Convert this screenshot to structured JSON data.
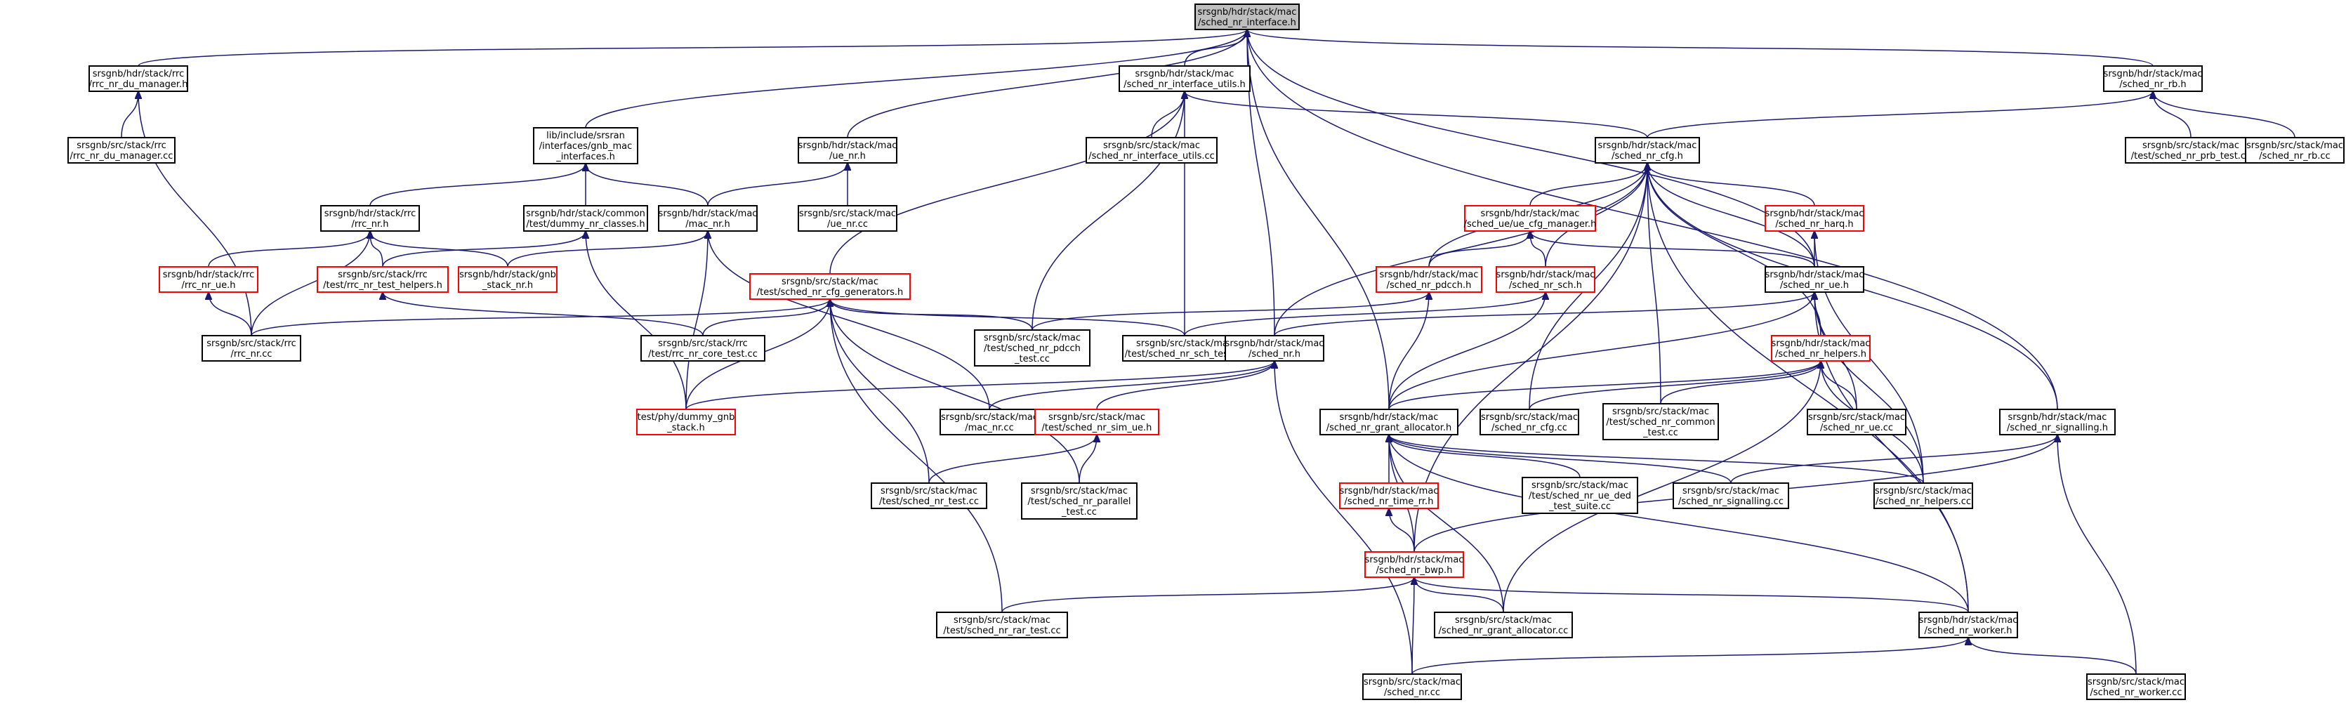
{
  "colors": {
    "edge": "#191970",
    "border_normal": "#000000",
    "border_truncated": "#ff0000",
    "fill_root": "#bfbfbf",
    "fill_normal": "#ffffff"
  },
  "nodes": [
    {
      "id": "root",
      "lines": [
        "srsgnb/hdr/stack/mac",
        "/sched_nr_interface.h"
      ],
      "style": "root"
    },
    {
      "id": "rrc_du_mgr_h",
      "lines": [
        "srsgnb/hdr/stack/rrc",
        "/rrc_nr_du_manager.h"
      ],
      "style": "normal"
    },
    {
      "id": "rrc_du_mgr_cc",
      "lines": [
        "srsgnb/src/stack/rrc",
        "/rrc_nr_du_manager.cc"
      ],
      "style": "normal"
    },
    {
      "id": "gnb_mac_if_h",
      "lines": [
        "lib/include/srsran",
        "/interfaces/gnb_mac",
        "_interfaces.h"
      ],
      "style": "normal"
    },
    {
      "id": "sched_if_utils_h",
      "lines": [
        "srsgnb/hdr/stack/mac",
        "/sched_nr_interface_utils.h"
      ],
      "style": "normal"
    },
    {
      "id": "sched_if_utils_cc",
      "lines": [
        "srsgnb/src/stack/mac",
        "/sched_nr_interface_utils.cc"
      ],
      "style": "normal"
    },
    {
      "id": "ue_nr_h",
      "lines": [
        "srsgnb/hdr/stack/mac",
        "/ue_nr.h"
      ],
      "style": "normal"
    },
    {
      "id": "ue_nr_cc",
      "lines": [
        "srsgnb/src/stack/mac",
        "/ue_nr.cc"
      ],
      "style": "normal"
    },
    {
      "id": "sched_cfg_h",
      "lines": [
        "srsgnb/hdr/stack/mac",
        "/sched_nr_cfg.h"
      ],
      "style": "normal"
    },
    {
      "id": "sched_rb_h",
      "lines": [
        "srsgnb/hdr/stack/mac",
        "/sched_nr_rb.h"
      ],
      "style": "normal"
    },
    {
      "id": "sched_prb_test_cc",
      "lines": [
        "srsgnb/src/stack/mac",
        "/test/sched_nr_prb_test.cc"
      ],
      "style": "normal"
    },
    {
      "id": "sched_rb_cc",
      "lines": [
        "srsgnb/src/stack/mac",
        "/sched_nr_rb.cc"
      ],
      "style": "normal"
    },
    {
      "id": "rrc_nr_h",
      "lines": [
        "srsgnb/hdr/stack/rrc",
        "/rrc_nr.h"
      ],
      "style": "normal"
    },
    {
      "id": "dummy_classes_h",
      "lines": [
        "srsgnb/hdr/stack/common",
        "/test/dummy_nr_classes.h"
      ],
      "style": "normal"
    },
    {
      "id": "mac_nr_h",
      "lines": [
        "srsgnb/hdr/stack/mac",
        "/mac_nr.h"
      ],
      "style": "normal"
    },
    {
      "id": "rrc_ue_h",
      "lines": [
        "srsgnb/hdr/stack/rrc",
        "/rrc_nr_ue.h"
      ],
      "style": "truncated"
    },
    {
      "id": "rrc_test_helpers_h",
      "lines": [
        "srsgnb/src/stack/rrc",
        "/test/rrc_nr_test_helpers.h"
      ],
      "style": "truncated"
    },
    {
      "id": "gnb_stack_nr_h",
      "lines": [
        "srsgnb/hdr/stack/gnb",
        "_stack_nr.h"
      ],
      "style": "truncated"
    },
    {
      "id": "cfg_generators_h",
      "lines": [
        "srsgnb/src/stack/mac",
        "/test/sched_nr_cfg_generators.h"
      ],
      "style": "truncated"
    },
    {
      "id": "ue_cfg_mgr_h",
      "lines": [
        "srsgnb/hdr/stack/mac",
        "/sched_ue/ue_cfg_manager.h"
      ],
      "style": "truncated"
    },
    {
      "id": "harq_h",
      "lines": [
        "srsgnb/hdr/stack/mac",
        "/sched_nr_harq.h"
      ],
      "style": "truncated"
    },
    {
      "id": "pdcch_h",
      "lines": [
        "srsgnb/hdr/stack/mac",
        "/sched_nr_pdcch.h"
      ],
      "style": "truncated"
    },
    {
      "id": "sch_h",
      "lines": [
        "srsgnb/hdr/stack/mac",
        "/sched_nr_sch.h"
      ],
      "style": "truncated"
    },
    {
      "id": "sched_ue_h",
      "lines": [
        "srsgnb/hdr/stack/mac",
        "/sched_nr_ue.h"
      ],
      "style": "normal"
    },
    {
      "id": "rrc_nr_cc",
      "lines": [
        "srsgnb/src/stack/rrc",
        "/rrc_nr.cc"
      ],
      "style": "normal"
    },
    {
      "id": "rrc_core_test_cc",
      "lines": [
        "srsgnb/src/stack/rrc",
        "/test/rrc_nr_core_test.cc"
      ],
      "style": "normal"
    },
    {
      "id": "pdcch_test_cc",
      "lines": [
        "srsgnb/src/stack/mac",
        "/test/sched_nr_pdcch",
        "_test.cc"
      ],
      "style": "normal"
    },
    {
      "id": "sch_test_cc",
      "lines": [
        "srsgnb/src/stack/mac",
        "/test/sched_nr_sch_test.cc"
      ],
      "style": "normal"
    },
    {
      "id": "sched_nr_h",
      "lines": [
        "srsgnb/hdr/stack/mac",
        "/sched_nr.h"
      ],
      "style": "normal"
    },
    {
      "id": "helpers_h",
      "lines": [
        "srsgnb/hdr/stack/mac",
        "/sched_nr_helpers.h"
      ],
      "style": "truncated"
    },
    {
      "id": "dummy_gnb_stack_h",
      "lines": [
        "test/phy/dummy_gnb",
        "_stack.h"
      ],
      "style": "truncated"
    },
    {
      "id": "mac_nr_cc",
      "lines": [
        "srsgnb/src/stack/mac",
        "/mac_nr.cc"
      ],
      "style": "normal"
    },
    {
      "id": "sim_ue_h",
      "lines": [
        "srsgnb/src/stack/mac",
        "/test/sched_nr_sim_ue.h"
      ],
      "style": "truncated"
    },
    {
      "id": "grant_alloc_h",
      "lines": [
        "srsgnb/hdr/stack/mac",
        "/sched_nr_grant_allocator.h"
      ],
      "style": "normal"
    },
    {
      "id": "sched_cfg_cc",
      "lines": [
        "srsgnb/src/stack/mac",
        "/sched_nr_cfg.cc"
      ],
      "style": "normal"
    },
    {
      "id": "common_test_cc",
      "lines": [
        "srsgnb/src/stack/mac",
        "/test/sched_nr_common",
        "_test.cc"
      ],
      "style": "normal"
    },
    {
      "id": "sched_ue_cc",
      "lines": [
        "srsgnb/src/stack/mac",
        "/sched_nr_ue.cc"
      ],
      "style": "normal"
    },
    {
      "id": "signalling_h",
      "lines": [
        "srsgnb/hdr/stack/mac",
        "/sched_nr_signalling.h"
      ],
      "style": "normal"
    },
    {
      "id": "sched_test_cc",
      "lines": [
        "srsgnb/src/stack/mac",
        "/test/sched_nr_test.cc"
      ],
      "style": "normal"
    },
    {
      "id": "parallel_test_cc",
      "lines": [
        "srsgnb/src/stack/mac",
        "/test/sched_nr_parallel",
        "_test.cc"
      ],
      "style": "normal"
    },
    {
      "id": "time_rr_h",
      "lines": [
        "srsgnb/hdr/stack/mac",
        "/sched_nr_time_rr.h"
      ],
      "style": "truncated"
    },
    {
      "id": "ue_ded_test_cc",
      "lines": [
        "srsgnb/src/stack/mac",
        "/test/sched_nr_ue_ded",
        "_test_suite.cc"
      ],
      "style": "normal"
    },
    {
      "id": "signalling_cc",
      "lines": [
        "srsgnb/src/stack/mac",
        "/sched_nr_signalling.cc"
      ],
      "style": "normal"
    },
    {
      "id": "helpers_cc",
      "lines": [
        "srsgnb/src/stack/mac",
        "/sched_nr_helpers.cc"
      ],
      "style": "normal"
    },
    {
      "id": "bwp_h",
      "lines": [
        "srsgnb/hdr/stack/mac",
        "/sched_nr_bwp.h"
      ],
      "style": "truncated"
    },
    {
      "id": "rar_test_cc",
      "lines": [
        "srsgnb/src/stack/mac",
        "/test/sched_nr_rar_test.cc"
      ],
      "style": "normal"
    },
    {
      "id": "grant_alloc_cc",
      "lines": [
        "srsgnb/src/stack/mac",
        "/sched_nr_grant_allocator.cc"
      ],
      "style": "normal"
    },
    {
      "id": "worker_h",
      "lines": [
        "srsgnb/hdr/stack/mac",
        "/sched_nr_worker.h"
      ],
      "style": "normal"
    },
    {
      "id": "sched_nr_cc",
      "lines": [
        "srsgnb/src/stack/mac",
        "/sched_nr.cc"
      ],
      "style": "normal"
    },
    {
      "id": "worker_cc",
      "lines": [
        "srsgnb/src/stack/mac",
        "/sched_nr_worker.cc"
      ],
      "style": "normal"
    }
  ],
  "edges": [
    [
      "rrc_du_mgr_h",
      "root"
    ],
    [
      "gnb_mac_if_h",
      "root"
    ],
    [
      "sched_if_utils_h",
      "root"
    ],
    [
      "ue_nr_h",
      "root"
    ],
    [
      "sched_rb_h",
      "root"
    ],
    [
      "sched_nr_h",
      "root"
    ],
    [
      "grant_alloc_h",
      "root"
    ],
    [
      "sched_ue_h",
      "root"
    ],
    [
      "signalling_h",
      "root"
    ],
    [
      "rrc_du_mgr_cc",
      "rrc_du_mgr_h"
    ],
    [
      "rrc_nr_cc",
      "rrc_du_mgr_h"
    ],
    [
      "rrc_nr_h",
      "gnb_mac_if_h"
    ],
    [
      "dummy_classes_h",
      "gnb_mac_if_h"
    ],
    [
      "mac_nr_h",
      "gnb_mac_if_h"
    ],
    [
      "sched_if_utils_cc",
      "sched_if_utils_h"
    ],
    [
      "sched_cfg_h",
      "sched_if_utils_h"
    ],
    [
      "cfg_generators_h",
      "sched_if_utils_h"
    ],
    [
      "pdcch_test_cc",
      "sched_if_utils_h"
    ],
    [
      "sch_test_cc",
      "sched_if_utils_h"
    ],
    [
      "ue_nr_cc",
      "ue_nr_h"
    ],
    [
      "mac_nr_h",
      "ue_nr_h"
    ],
    [
      "sched_cfg_h",
      "sched_rb_h"
    ],
    [
      "sched_prb_test_cc",
      "sched_rb_h"
    ],
    [
      "sched_rb_cc",
      "sched_rb_h"
    ],
    [
      "rrc_ue_h",
      "rrc_nr_h"
    ],
    [
      "rrc_test_helpers_h",
      "rrc_nr_h"
    ],
    [
      "gnb_stack_nr_h",
      "rrc_nr_h"
    ],
    [
      "rrc_nr_cc",
      "rrc_nr_h"
    ],
    [
      "rrc_test_helpers_h",
      "dummy_classes_h"
    ],
    [
      "dummy_gnb_stack_h",
      "dummy_classes_h"
    ],
    [
      "gnb_stack_nr_h",
      "mac_nr_h"
    ],
    [
      "mac_nr_cc",
      "mac_nr_h"
    ],
    [
      "dummy_gnb_stack_h",
      "mac_nr_h"
    ],
    [
      "rrc_nr_cc",
      "rrc_ue_h"
    ],
    [
      "rrc_core_test_cc",
      "rrc_test_helpers_h"
    ],
    [
      "rrc_nr_cc",
      "cfg_generators_h"
    ],
    [
      "rrc_core_test_cc",
      "cfg_generators_h"
    ],
    [
      "dummy_gnb_stack_h",
      "cfg_generators_h"
    ],
    [
      "pdcch_test_cc",
      "cfg_generators_h"
    ],
    [
      "sch_test_cc",
      "cfg_generators_h"
    ],
    [
      "sched_test_cc",
      "cfg_generators_h"
    ],
    [
      "parallel_test_cc",
      "cfg_generators_h"
    ],
    [
      "rar_test_cc",
      "cfg_generators_h"
    ],
    [
      "ue_cfg_mgr_h",
      "sched_cfg_h"
    ],
    [
      "harq_h",
      "sched_cfg_h"
    ],
    [
      "pdcch_h",
      "sched_cfg_h"
    ],
    [
      "sch_h",
      "sched_cfg_h"
    ],
    [
      "sched_ue_h",
      "sched_cfg_h"
    ],
    [
      "helpers_h",
      "sched_cfg_h"
    ],
    [
      "sched_nr_h",
      "sched_cfg_h"
    ],
    [
      "sched_cfg_cc",
      "sched_cfg_h"
    ],
    [
      "common_test_cc",
      "sched_cfg_h"
    ],
    [
      "signalling_h",
      "sched_cfg_h"
    ],
    [
      "bwp_h",
      "sched_cfg_h"
    ],
    [
      "worker_h",
      "sched_cfg_h"
    ],
    [
      "pdcch_h",
      "ue_cfg_mgr_h"
    ],
    [
      "sch_h",
      "ue_cfg_mgr_h"
    ],
    [
      "sched_ue_h",
      "ue_cfg_mgr_h"
    ],
    [
      "sched_ue_h",
      "harq_h"
    ],
    [
      "helpers_cc",
      "harq_h"
    ],
    [
      "pdcch_test_cc",
      "pdcch_h"
    ],
    [
      "grant_alloc_h",
      "pdcch_h"
    ],
    [
      "sch_test_cc",
      "sch_h"
    ],
    [
      "grant_alloc_h",
      "sch_h"
    ],
    [
      "sched_nr_h",
      "sched_ue_h"
    ],
    [
      "grant_alloc_h",
      "sched_ue_h"
    ],
    [
      "helpers_h",
      "sched_ue_h"
    ],
    [
      "sched_ue_cc",
      "sched_ue_h"
    ],
    [
      "helpers_cc",
      "sched_ue_h"
    ],
    [
      "worker_h",
      "sched_ue_h"
    ],
    [
      "dummy_gnb_stack_h",
      "sched_nr_h"
    ],
    [
      "mac_nr_cc",
      "sched_nr_h"
    ],
    [
      "sim_ue_h",
      "sched_nr_h"
    ],
    [
      "sched_nr_cc",
      "sched_nr_h"
    ],
    [
      "grant_alloc_h",
      "helpers_h"
    ],
    [
      "sched_cfg_cc",
      "helpers_h"
    ],
    [
      "common_test_cc",
      "helpers_h"
    ],
    [
      "sched_ue_cc",
      "helpers_h"
    ],
    [
      "helpers_cc",
      "helpers_h"
    ],
    [
      "grant_alloc_cc",
      "helpers_h"
    ],
    [
      "sched_test_cc",
      "sim_ue_h"
    ],
    [
      "parallel_test_cc",
      "sim_ue_h"
    ],
    [
      "time_rr_h",
      "grant_alloc_h"
    ],
    [
      "ue_ded_test_cc",
      "grant_alloc_h"
    ],
    [
      "signalling_cc",
      "grant_alloc_h"
    ],
    [
      "helpers_cc",
      "grant_alloc_h"
    ],
    [
      "bwp_h",
      "grant_alloc_h"
    ],
    [
      "grant_alloc_cc",
      "grant_alloc_h"
    ],
    [
      "worker_h",
      "grant_alloc_h"
    ],
    [
      "signalling_cc",
      "signalling_h"
    ],
    [
      "bwp_h",
      "signalling_h"
    ],
    [
      "worker_cc",
      "signalling_h"
    ],
    [
      "bwp_h",
      "time_rr_h"
    ],
    [
      "rar_test_cc",
      "bwp_h"
    ],
    [
      "grant_alloc_cc",
      "bwp_h"
    ],
    [
      "worker_h",
      "bwp_h"
    ],
    [
      "sched_nr_cc",
      "bwp_h"
    ],
    [
      "sched_nr_cc",
      "worker_h"
    ],
    [
      "worker_cc",
      "worker_h"
    ]
  ]
}
